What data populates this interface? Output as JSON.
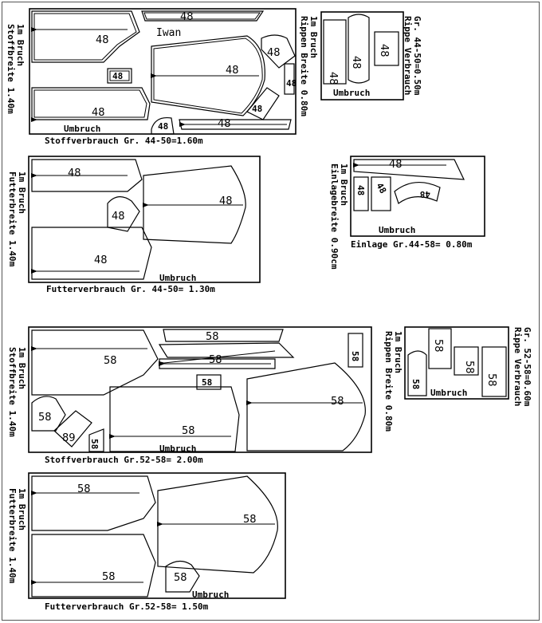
{
  "layouts": {
    "top_left": {
      "side_label": "Stoffbreite 1.40m",
      "side_label_2": "1m Bruch",
      "name": "Iwan",
      "fold": "Umbruch",
      "caption": "Stoffverbrauch Gr. 44-50=1.60m",
      "size": "48"
    },
    "top_right": {
      "side_label": "Rippen Breite 0.80m",
      "side_label_2": "1m Bruch",
      "right_label": "Rippe Verbrauch",
      "right_label_2": "Gr. 44-50=0.50m",
      "fold": "Umbruch",
      "size": "48"
    },
    "second_left": {
      "side_label": "Futterbreite 1.40m",
      "side_label_2": "1m Bruch",
      "fold": "Umbruch",
      "caption": "Futterverbrauch Gr.  44-50= 1.30m",
      "size": "48"
    },
    "second_right": {
      "side_label": "Einlagebreite 0.90cm",
      "side_label_2": "1m Bruch",
      "fold": "Umbruch",
      "caption": "Einlage Gr.44-58= 0.80m",
      "size": "48"
    },
    "third_left": {
      "side_label": "Stoffbreite 1.40m",
      "side_label_2": "1m Bruch",
      "fold": "Umbruch",
      "caption": "Stoffverbrauch Gr.52-58= 2.00m",
      "size": "58",
      "odd_size": "89"
    },
    "third_right": {
      "side_label": "Rippen Breite 0.80m",
      "side_label_2": "1m Bruch",
      "right_label": "Rippe Verbrauch",
      "right_label_2": "Gr. 52-58=0.60m",
      "fold": "Umbruch",
      "size": "58"
    },
    "fourth_left": {
      "side_label": "Futterbreite 1.40m",
      "side_label_2": "1m Bruch",
      "fold": "Umbruch",
      "caption": "Futterverbrauch Gr.52-58= 1.50m",
      "size": "58"
    }
  }
}
